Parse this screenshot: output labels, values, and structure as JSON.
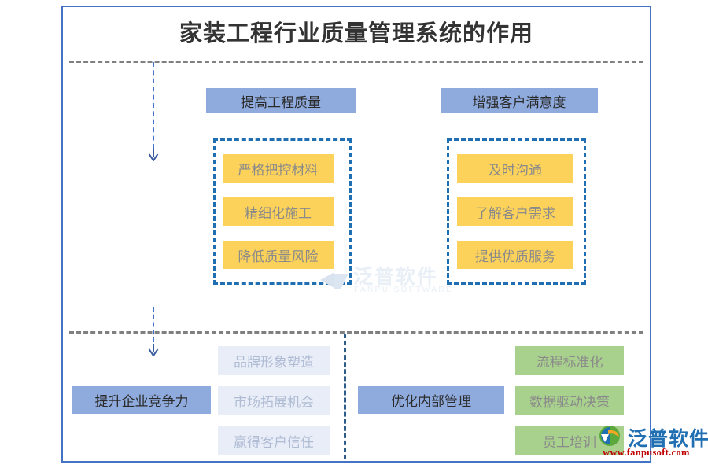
{
  "page": {
    "title": "家装工程行业质量管理系统的作用",
    "border_color": "#4472C4",
    "background": "#ffffff"
  },
  "colors": {
    "blue_header": "#8FAADC",
    "yellow_item": "#FCD25B",
    "green_item": "#A9D18E",
    "lightblue_item": "#E8EDF8",
    "dashed_group": "#1F6FB2",
    "separator": "#808080",
    "divider": "#2E5C8A",
    "arrow": "#3A5BA0"
  },
  "top_section": {
    "columns": [
      {
        "header": "提高工程质量",
        "items": [
          "严格把控材料",
          "精细化施工",
          "降低质量风险"
        ]
      },
      {
        "header": "增强客户满意度",
        "items": [
          "及时沟通",
          "了解客户需求",
          "提供优质服务"
        ]
      }
    ]
  },
  "bottom_section": {
    "columns": [
      {
        "header": "提升企业竞争力",
        "items": [
          "品牌形象塑造",
          "市场拓展机会",
          "赢得客户信任"
        ]
      },
      {
        "header": "优化内部管理",
        "items": [
          "流程标准化",
          "数据驱动决策",
          "员工培训"
        ]
      }
    ]
  },
  "watermarks": {
    "center": {
      "cn": "泛普软件",
      "en": "FANPU SOFTWARE"
    },
    "corner": {
      "cn": "泛普软件",
      "url": "www.fanpusoft.com"
    }
  }
}
